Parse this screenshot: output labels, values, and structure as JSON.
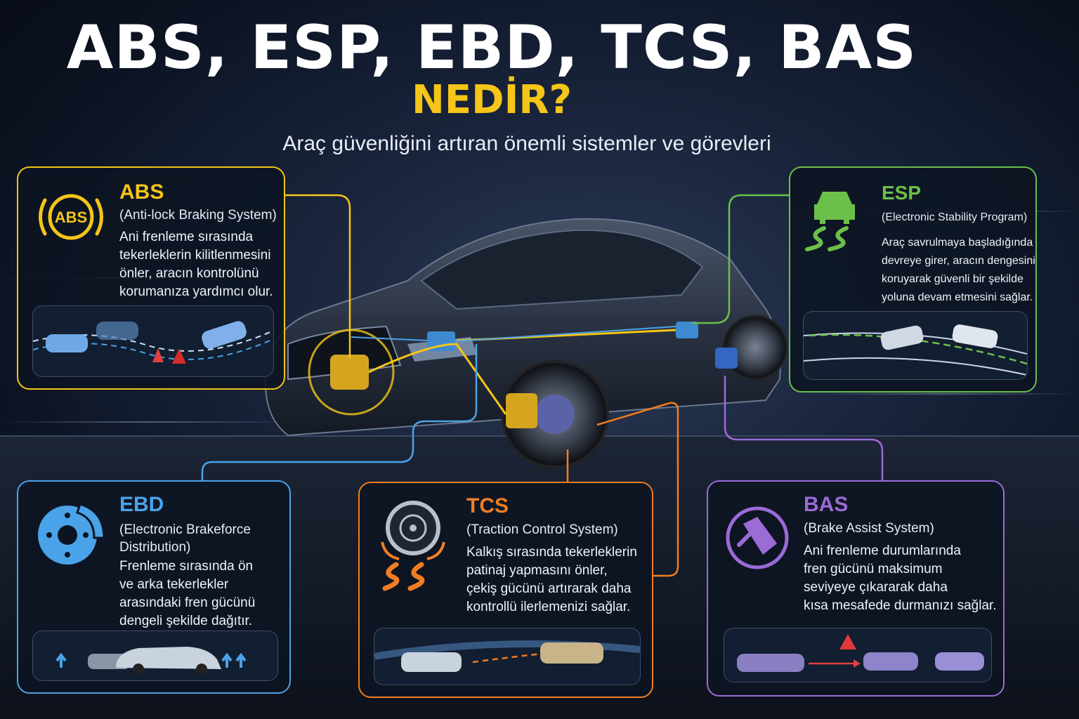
{
  "header": {
    "title": "ABS, ESP, EBD, TCS, BAS",
    "title_question": "NEDİR?",
    "subtitle": "Araç güvenliğini artıran önemli sistemler ve görevleri"
  },
  "colors": {
    "abs": "#f5c518",
    "esp": "#6cc04a",
    "ebd": "#4aa3e8",
    "tcs": "#f07d22",
    "bas": "#9b6bd6",
    "title_accent": "#f5c518"
  },
  "systems": {
    "abs": {
      "name": "ABS",
      "full_name": "(Anti-lock Braking System)",
      "icon": "abs-warning-icon",
      "description": [
        "Ani frenleme sırasında",
        "tekerleklerin kilitlenmesini",
        "önler, aracın kontrolünü",
        "korumanıza yardımcı olur."
      ]
    },
    "esp": {
      "name": "ESP",
      "full_name": "(Electronic Stability Program)",
      "icon": "skidding-car-icon",
      "description": [
        "Araç savrulmaya başladığında",
        "devreye girer, aracın dengesini",
        "koruyarak güvenli bir şekilde",
        "yoluna devam etmesini sağlar."
      ]
    },
    "ebd": {
      "name": "EBD",
      "full_name": [
        "(Electronic Brakeforce",
        "Distribution)"
      ],
      "icon": "brake-disc-icon",
      "description": [
        "Frenleme sırasında ön",
        "ve arka tekerlekler",
        "arasındaki fren gücünü",
        "dengeli şekilde dağıtır."
      ]
    },
    "tcs": {
      "name": "TCS",
      "full_name": "(Traction Control System)",
      "icon": "tire-traction-icon",
      "description": [
        "Kalkış sırasında tekerleklerin",
        "patinaj yapmasını önler,",
        "çekiş gücünü artırarak daha",
        "kontrollü ilerlemenizi sağlar."
      ]
    },
    "bas": {
      "name": "BAS",
      "full_name": "(Brake Assist System)",
      "icon": "brake-pedal-icon",
      "description": [
        "Ani frenleme durumlarında",
        "fren gücünü maksimum",
        "seviyeye çıkararak daha",
        "kısa mesafede durmanızı sağlar."
      ]
    }
  }
}
